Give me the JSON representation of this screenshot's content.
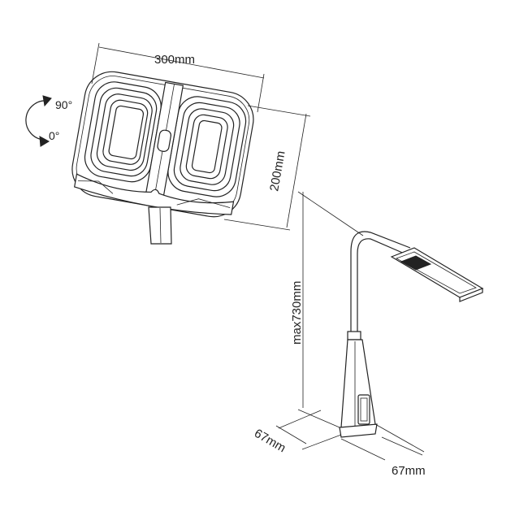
{
  "dimensions": {
    "width_label": "300mm",
    "height_label": "200mm",
    "max_height_label": "max730mm",
    "base_depth_label": "67mm",
    "base_width_label": "67mm"
  },
  "rotation": {
    "upper_label": "90°",
    "lower_label": "0°"
  }
}
